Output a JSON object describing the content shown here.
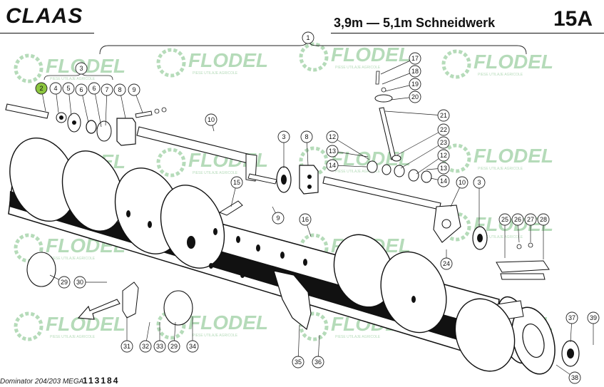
{
  "header": {
    "brand": "CLAAS",
    "title": "3,9m — 5,1m Schneidwerk",
    "page_number": "15A"
  },
  "footer": {
    "model": "Dominator 204/203 MEGA",
    "code": "113184"
  },
  "watermark": {
    "brand": "FLODEL",
    "tagline": "PIESE UTILAJE AGRICOLE",
    "color": "#2e9a3a"
  },
  "highlight_color": "#8cc63f",
  "callouts": [
    "1",
    "2",
    "3",
    "4",
    "5",
    "6",
    "6",
    "7",
    "8",
    "9",
    "10",
    "3",
    "8",
    "12",
    "13",
    "14",
    "15",
    "16",
    "17",
    "18",
    "19",
    "20",
    "21",
    "22",
    "23",
    "12",
    "13",
    "14",
    "10",
    "3",
    "9",
    "24",
    "25",
    "26",
    "27",
    "28",
    "29",
    "30",
    "31",
    "32",
    "33",
    "29",
    "34",
    "35",
    "36",
    "37",
    "38",
    "39"
  ]
}
